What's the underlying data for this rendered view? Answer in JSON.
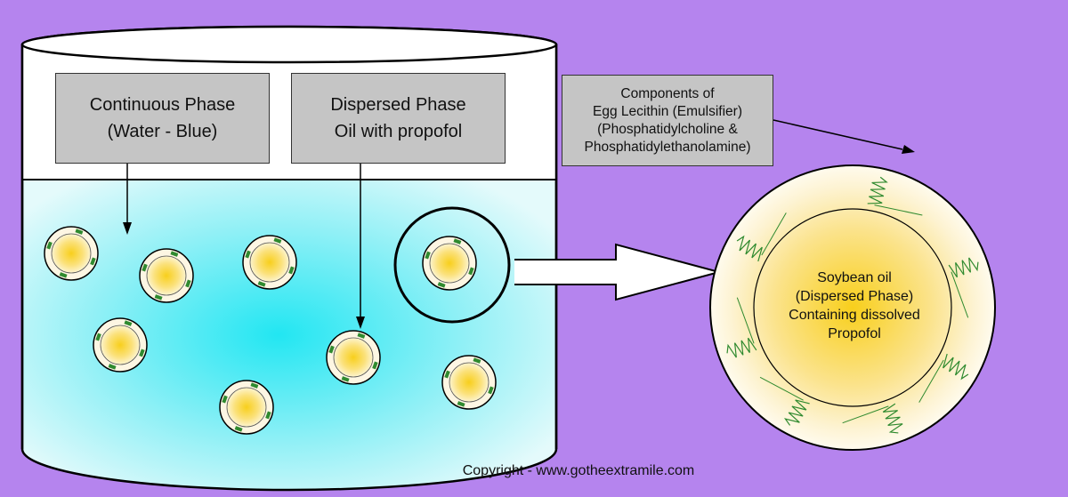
{
  "boxes": {
    "continuous_phase": "Continuous Phase\n(Water - Blue)",
    "dispersed_phase": "Dispersed Phase\nOil with propofol",
    "components": "Components of\nEgg Lecithin (Emulsifier)\n(Phosphatidylcholine &\nPhosphatidylethanolamine)"
  },
  "droplet_label": "Soybean oil\n(Dispersed Phase)\nContaining dissolved\nPropofol",
  "copyright": "Copyright - www.gotheextramile.com",
  "colors": {
    "background": "#b584ee",
    "water": "#22e6f2",
    "oil": "#f8cf1c",
    "lecithin": "#2f8a2f",
    "box": "#c5c5c5"
  }
}
